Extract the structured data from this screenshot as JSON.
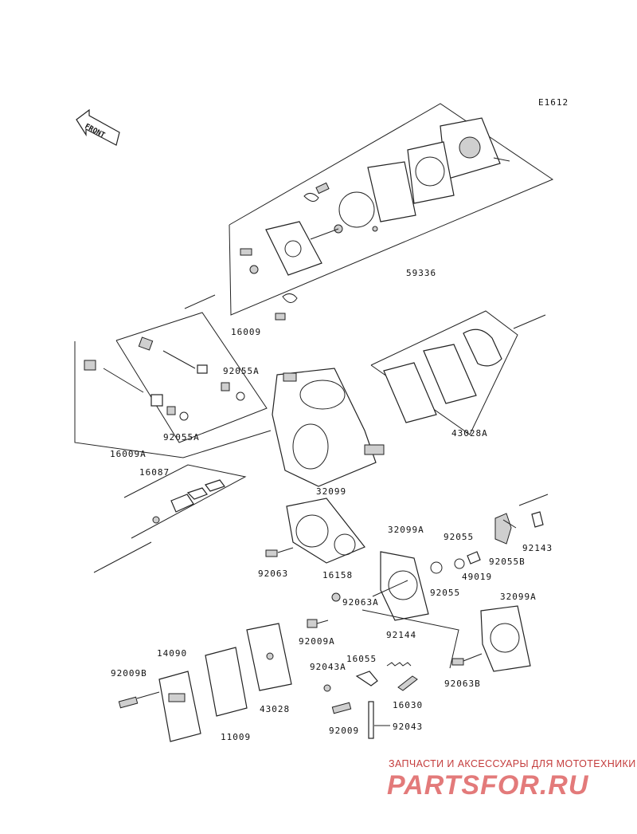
{
  "diagram": {
    "code": "E1612",
    "front_label": "FRONT",
    "part_numbers": [
      "59336",
      "16009",
      "92055A",
      "16009A",
      "92055A",
      "43028A",
      "16087",
      "32099",
      "32099A",
      "92055",
      "92063",
      "16158",
      "92055B",
      "49019",
      "92143",
      "92055",
      "92063A",
      "92009A",
      "92144",
      "32099A",
      "92063B",
      "14090",
      "92009B",
      "92043A",
      "16055",
      "43028",
      "11009",
      "16030",
      "92009",
      "92043"
    ]
  },
  "watermark": {
    "caption": "ЗАПЧАСТИ И АКСЕССУАРЫ ДЛЯ МОТОТЕХНИКИ",
    "logo": "PARTSFOR.RU"
  }
}
